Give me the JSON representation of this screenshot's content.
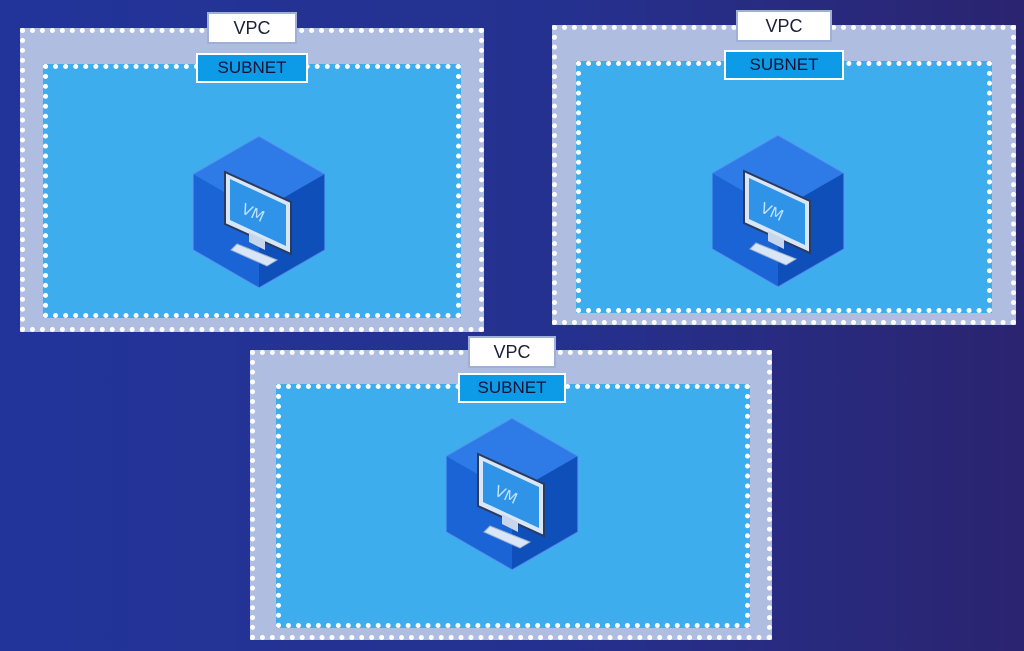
{
  "diagram": {
    "vpcs": [
      {
        "label": "VPC",
        "subnet_label": "SUBNET",
        "vm_label": "VM"
      },
      {
        "label": "VPC",
        "subnet_label": "SUBNET",
        "vm_label": "VM"
      },
      {
        "label": "VPC",
        "subnet_label": "SUBNET",
        "vm_label": "VM"
      }
    ]
  },
  "colors": {
    "background": "#22349a",
    "vpc_fill": "#aebde0",
    "subnet_fill": "#3eadee",
    "subnet_label_fill": "#0d9ae6",
    "vm_cube": "#1a64d6"
  },
  "icons": [
    "vm-cube-icon",
    "monitor-icon"
  ]
}
